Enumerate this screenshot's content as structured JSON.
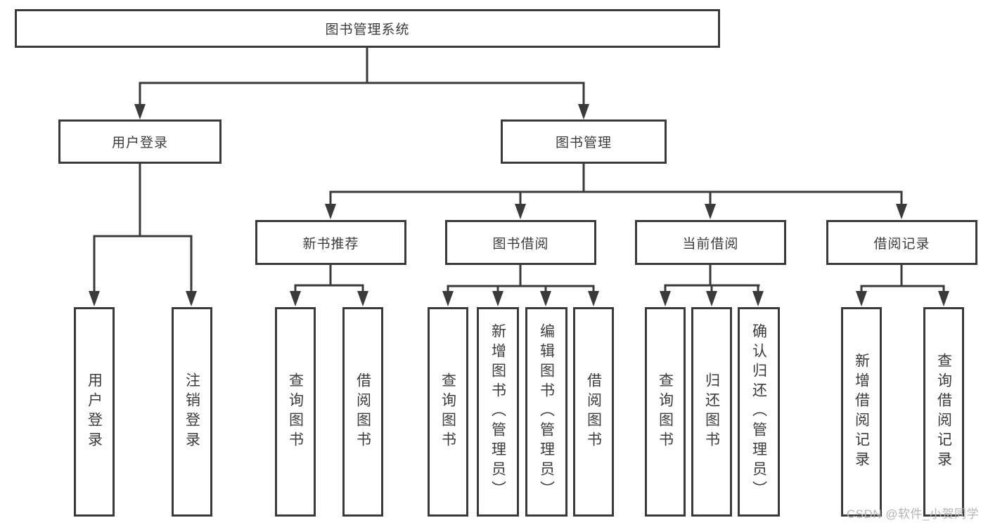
{
  "tree": {
    "root": {
      "label": "图书管理系统"
    },
    "branches": [
      {
        "label": "用户登录",
        "children": [
          {
            "label": "用户登录"
          },
          {
            "label": "注销登录"
          }
        ]
      },
      {
        "label": "图书管理",
        "children": [
          {
            "label": "新书推荐",
            "children": [
              {
                "label": "查询图书"
              },
              {
                "label": "借阅图书"
              }
            ]
          },
          {
            "label": "图书借阅",
            "children": [
              {
                "label": "查询图书"
              },
              {
                "label": "新增图书（管理员）"
              },
              {
                "label": "编辑图书（管理员）"
              },
              {
                "label": "借阅图书"
              }
            ]
          },
          {
            "label": "当前借阅",
            "children": [
              {
                "label": "查询图书"
              },
              {
                "label": "归还图书"
              },
              {
                "label": "确认归还（管理员）"
              }
            ]
          },
          {
            "label": "借阅记录",
            "children": [
              {
                "label": "新增借阅记录"
              },
              {
                "label": "查询借阅记录"
              }
            ]
          }
        ]
      }
    ]
  },
  "watermark": {
    "text": "CSDN @软件_小贺同学",
    "color": "#b5b5b5"
  },
  "colors": {
    "line": "#3a3a3a",
    "border": "#3a3a3a",
    "text": "#3c3c3c",
    "background": "#ffffff"
  }
}
